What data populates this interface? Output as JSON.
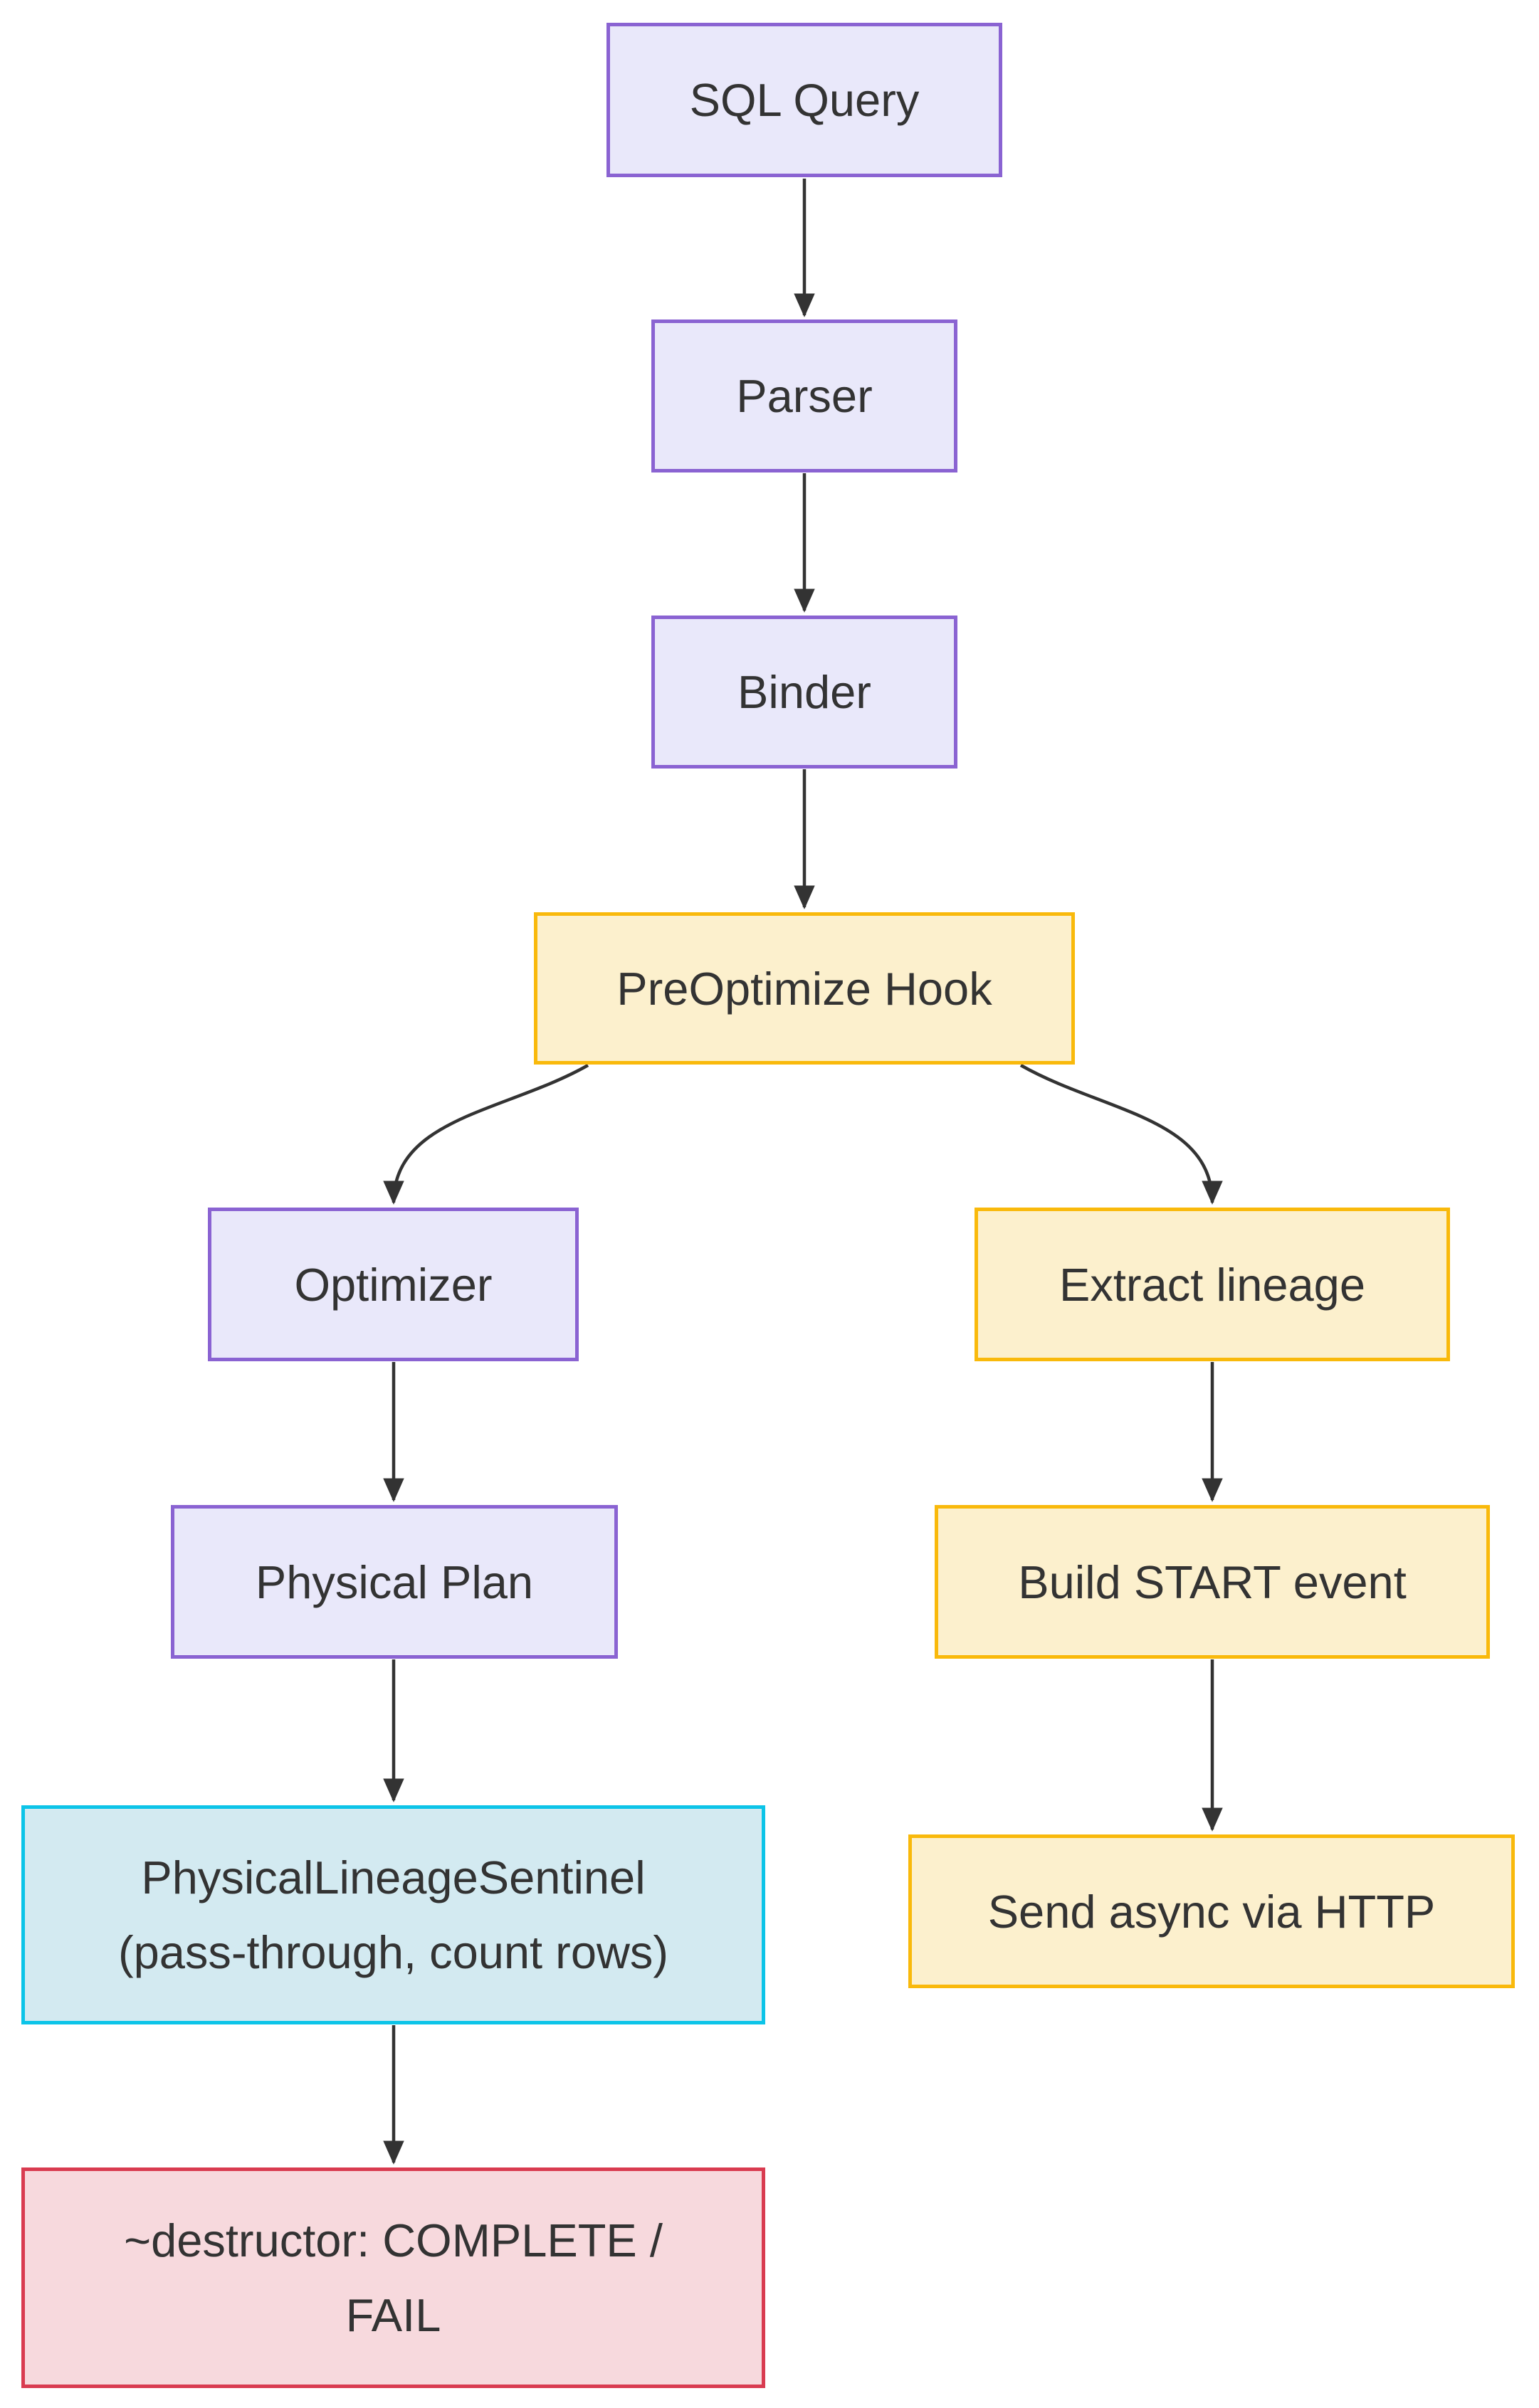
{
  "diagram": {
    "type": "flowchart",
    "direction": "top-down",
    "nodes": [
      {
        "id": "sql-query",
        "label": "SQL Query",
        "variant": "purple"
      },
      {
        "id": "parser",
        "label": "Parser",
        "variant": "purple"
      },
      {
        "id": "binder",
        "label": "Binder",
        "variant": "purple"
      },
      {
        "id": "preoptimize-hook",
        "label": "PreOptimize Hook",
        "variant": "yellow"
      },
      {
        "id": "optimizer",
        "label": "Optimizer",
        "variant": "purple"
      },
      {
        "id": "extract-lineage",
        "label": "Extract lineage",
        "variant": "yellow"
      },
      {
        "id": "physical-plan",
        "label": "Physical Plan",
        "variant": "purple"
      },
      {
        "id": "build-start-event",
        "label": "Build START event",
        "variant": "yellow"
      },
      {
        "id": "physical-lineage-sentinel",
        "lines": [
          "PhysicalLineageSentinel",
          "(pass-through, count rows)"
        ],
        "variant": "cyan"
      },
      {
        "id": "send-async-via-http",
        "label": "Send async via HTTP",
        "variant": "yellow"
      },
      {
        "id": "destructor",
        "lines": [
          "~destructor: COMPLETE /",
          "FAIL"
        ],
        "variant": "red"
      }
    ],
    "edges": [
      {
        "from": "sql-query",
        "to": "parser"
      },
      {
        "from": "parser",
        "to": "binder"
      },
      {
        "from": "binder",
        "to": "preoptimize-hook"
      },
      {
        "from": "preoptimize-hook",
        "to": "optimizer"
      },
      {
        "from": "preoptimize-hook",
        "to": "extract-lineage"
      },
      {
        "from": "optimizer",
        "to": "physical-plan"
      },
      {
        "from": "extract-lineage",
        "to": "build-start-event"
      },
      {
        "from": "physical-plan",
        "to": "physical-lineage-sentinel"
      },
      {
        "from": "build-start-event",
        "to": "send-async-via-http"
      },
      {
        "from": "physical-lineage-sentinel",
        "to": "destructor"
      }
    ]
  },
  "colors": {
    "purple_fill": "#E9E8FA",
    "purple_stroke": "#8A63D2",
    "yellow_fill": "#FCF0CD",
    "yellow_stroke": "#F9B90B",
    "cyan_fill": "#D3EAF1",
    "cyan_stroke": "#0CC4E8",
    "red_fill": "#F7D9DD",
    "red_stroke": "#D93B50",
    "edge_color": "#333333",
    "text_color": "#333333",
    "background": "#FFFFFF"
  }
}
